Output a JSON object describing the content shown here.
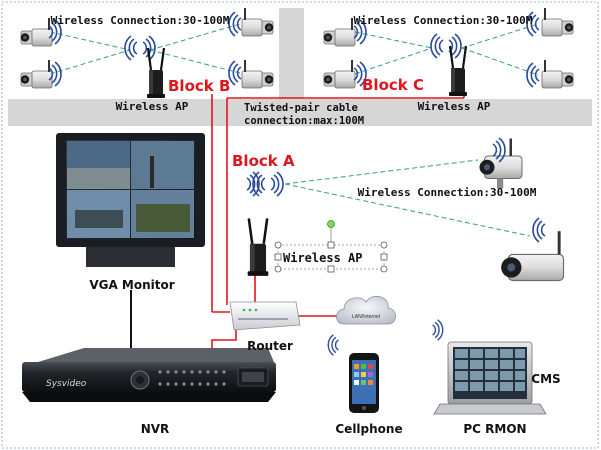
{
  "blocks": {
    "a": "Block A",
    "b": "Block B",
    "c": "Block C"
  },
  "labels": {
    "wireless_conn_b": "Wireless Connection:30-100M",
    "wireless_conn_c": "Wireless Connection:30-100M",
    "wireless_conn_a": "Wireless Connection:30-100M",
    "wireless_ap_b": "Wireless AP",
    "wireless_ap_c": "Wireless AP",
    "wireless_ap_a": "Wireless AP",
    "cable_line1": "Twisted-pair cable",
    "cable_line2": "connection:max:100M",
    "vga_monitor": "VGA Monitor",
    "router": "Router",
    "lan_internet": "LAN/Internet",
    "nvr": "NVR",
    "nvr_brand": "Sysvideo",
    "cellphone": "Cellphone",
    "pc_rmon": "PC RMON",
    "cms": "CMS"
  },
  "colors": {
    "block_label": "#e0161b",
    "red_cable": "#e0161b",
    "wireless_link": "#3a9e7c",
    "icon_wave": "#2a4a9c",
    "wall": "#d6d6d6"
  },
  "icons": {
    "camera": "ip-camera-icon",
    "access_point": "wireless-ap-icon",
    "signal": "wireless-signal-icon",
    "monitor": "monitor-icon",
    "router": "router-icon",
    "cloud": "cloud-icon",
    "nvr": "nvr-recorder-icon",
    "phone": "smartphone-icon",
    "laptop": "laptop-icon"
  }
}
